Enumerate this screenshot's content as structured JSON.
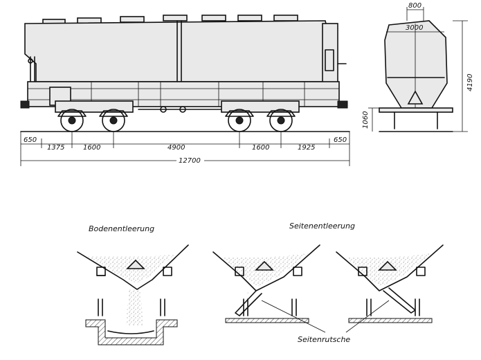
{
  "top_drawing": {
    "dimensions_bottom": [
      "650",
      "1375",
      "1600",
      "4900",
      "1600",
      "1925",
      "650"
    ],
    "overall_length": "12700",
    "height_buffer": "1060",
    "height_total": "4190",
    "end_top_width": "800",
    "end_width": "3000"
  },
  "captions": {
    "bottom_discharge": "Bodenentleerung",
    "side_discharge": "Seitenentleerung",
    "side_chute": "Seitenrutsche"
  }
}
